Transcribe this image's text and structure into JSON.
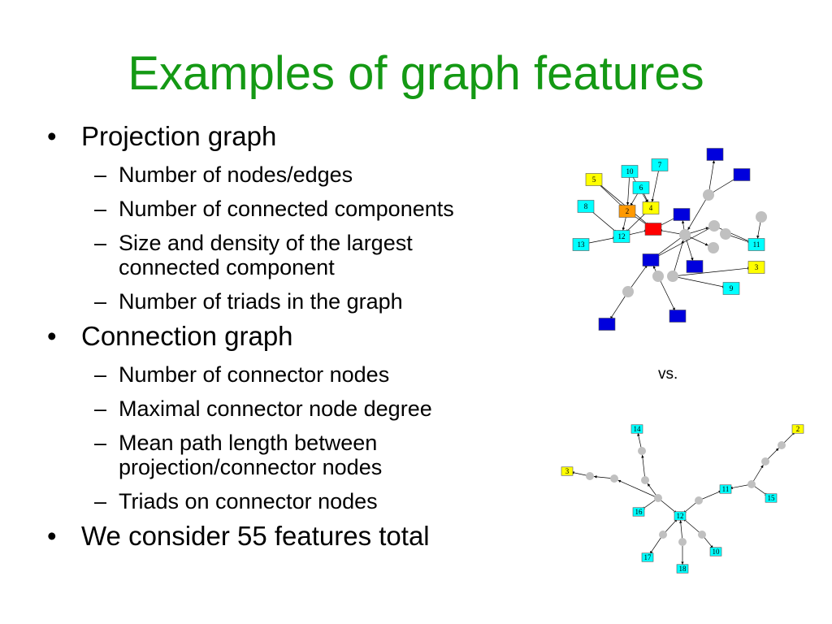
{
  "slide": {
    "title": "Examples of graph features",
    "vs_label": "vs."
  },
  "bullets": [
    {
      "text": "Projection graph",
      "sub": [
        [
          "Number of nodes/edges"
        ],
        [
          "Number of connected components"
        ],
        [
          "Size and density of the largest",
          "connected component"
        ],
        [
          "Number of triads in the graph"
        ]
      ]
    },
    {
      "text": "Connection graph",
      "sub": [
        [
          "Number of connector nodes"
        ],
        [
          "Maximal connector node degree"
        ],
        [
          "Mean path length between",
          "projection/connector nodes"
        ],
        [
          "Triads on connector nodes"
        ]
      ]
    },
    {
      "text": "We consider 55 features total",
      "sub": []
    }
  ],
  "colors": {
    "title": "#149914",
    "cyan_node": "#00ffff",
    "yellow_node": "#ffff00",
    "blue_node": "#0000dd",
    "red_node": "#ff0000",
    "orange_node": "#ff9900",
    "connector_node": "#c0c0c0"
  },
  "graph_top": {
    "nodes": [
      {
        "id": "t7",
        "label": "7",
        "color": "cyan"
      },
      {
        "id": "t10",
        "label": "10",
        "color": "cyan"
      },
      {
        "id": "t5",
        "label": "5",
        "color": "yellow"
      },
      {
        "id": "t6",
        "label": "6",
        "color": "cyan"
      },
      {
        "id": "t8",
        "label": "8",
        "color": "cyan"
      },
      {
        "id": "t2",
        "label": "2",
        "color": "orange"
      },
      {
        "id": "t4",
        "label": "4",
        "color": "yellow"
      },
      {
        "id": "t12",
        "label": "12",
        "color": "cyan"
      },
      {
        "id": "t13",
        "label": "13",
        "color": "cyan"
      },
      {
        "id": "t1",
        "label": "",
        "color": "red"
      },
      {
        "id": "b1",
        "label": "",
        "color": "blue"
      },
      {
        "id": "b2",
        "label": "",
        "color": "blue"
      },
      {
        "id": "b3",
        "label": "",
        "color": "blue"
      },
      {
        "id": "b4",
        "label": "",
        "color": "blue"
      },
      {
        "id": "b5",
        "label": "",
        "color": "blue"
      },
      {
        "id": "b6",
        "label": "",
        "color": "blue"
      },
      {
        "id": "b7",
        "label": "",
        "color": "blue"
      },
      {
        "id": "t11",
        "label": "11",
        "color": "cyan"
      },
      {
        "id": "t3",
        "label": "3",
        "color": "yellow"
      },
      {
        "id": "t9",
        "label": "9",
        "color": "cyan"
      },
      {
        "id": "c1",
        "label": "",
        "color": "connector"
      },
      {
        "id": "c2",
        "label": "",
        "color": "connector"
      },
      {
        "id": "c3",
        "label": "",
        "color": "connector"
      },
      {
        "id": "c4",
        "label": "",
        "color": "connector"
      },
      {
        "id": "c5",
        "label": "",
        "color": "connector"
      },
      {
        "id": "c6",
        "label": "",
        "color": "connector"
      },
      {
        "id": "c7",
        "label": "",
        "color": "connector"
      },
      {
        "id": "c8",
        "label": "",
        "color": "connector"
      },
      {
        "id": "c9",
        "label": "",
        "color": "connector"
      }
    ],
    "edges": [
      [
        "t10",
        "t2"
      ],
      [
        "t7",
        "t4"
      ],
      [
        "t6",
        "t2"
      ],
      [
        "t5",
        "t2"
      ],
      [
        "t5",
        "t1"
      ],
      [
        "t8",
        "t12"
      ],
      [
        "t2",
        "t12"
      ],
      [
        "t4",
        "t12"
      ],
      [
        "t12",
        "t1"
      ],
      [
        "t13",
        "t12"
      ],
      [
        "t6",
        "t4"
      ],
      [
        "t10",
        "t4"
      ],
      [
        "c1",
        "t1"
      ],
      [
        "c1",
        "b3"
      ],
      [
        "c2",
        "b1"
      ],
      [
        "c2",
        "b2"
      ],
      [
        "c2",
        "c1"
      ],
      [
        "c4",
        "t11"
      ],
      [
        "c3",
        "t11"
      ],
      [
        "c3",
        "b4"
      ],
      [
        "c5",
        "t11"
      ],
      [
        "c1",
        "b4"
      ],
      [
        "c1",
        "b5"
      ],
      [
        "c1",
        "c6"
      ],
      [
        "c7",
        "c1"
      ],
      [
        "c7",
        "t3"
      ],
      [
        "c7",
        "t9"
      ],
      [
        "c8",
        "b6"
      ],
      [
        "c8",
        "b4"
      ],
      [
        "c9",
        "b7"
      ],
      [
        "c9",
        "b4"
      ],
      [
        "b3",
        "t1"
      ],
      [
        "t1",
        "t2"
      ],
      [
        "c1",
        "c3"
      ]
    ]
  },
  "graph_bottom": {
    "nodes": [
      {
        "id": "n14",
        "label": "14",
        "color": "cyan"
      },
      {
        "id": "n2",
        "label": "2",
        "color": "yellow"
      },
      {
        "id": "n3",
        "label": "3",
        "color": "yellow"
      },
      {
        "id": "n11",
        "label": "11",
        "color": "cyan"
      },
      {
        "id": "n15",
        "label": "15",
        "color": "cyan"
      },
      {
        "id": "n16",
        "label": "16",
        "color": "cyan"
      },
      {
        "id": "n12",
        "label": "12",
        "color": "cyan"
      },
      {
        "id": "n17",
        "label": "17",
        "color": "cyan"
      },
      {
        "id": "n18",
        "label": "18",
        "color": "cyan"
      },
      {
        "id": "n10",
        "label": "10",
        "color": "cyan"
      },
      {
        "id": "k1",
        "label": "",
        "color": "connector"
      },
      {
        "id": "k2",
        "label": "",
        "color": "connector"
      },
      {
        "id": "k3",
        "label": "",
        "color": "connector"
      },
      {
        "id": "k4",
        "label": "",
        "color": "connector"
      },
      {
        "id": "k5",
        "label": "",
        "color": "connector"
      },
      {
        "id": "k6",
        "label": "",
        "color": "connector"
      },
      {
        "id": "k7",
        "label": "",
        "color": "connector"
      },
      {
        "id": "k8",
        "label": "",
        "color": "connector"
      },
      {
        "id": "k9",
        "label": "",
        "color": "connector"
      },
      {
        "id": "k10",
        "label": "",
        "color": "connector"
      },
      {
        "id": "k11",
        "label": "",
        "color": "connector"
      },
      {
        "id": "k12",
        "label": "",
        "color": "connector"
      },
      {
        "id": "k13",
        "label": "",
        "color": "connector"
      }
    ],
    "edges": [
      [
        "k1",
        "n14"
      ],
      [
        "k2",
        "k1"
      ],
      [
        "k5",
        "k2"
      ],
      [
        "k3",
        "n3"
      ],
      [
        "k4",
        "k3"
      ],
      [
        "k5",
        "k4"
      ],
      [
        "k6",
        "n2"
      ],
      [
        "k7",
        "k6"
      ],
      [
        "k8",
        "k7"
      ],
      [
        "k8",
        "n11"
      ],
      [
        "k8",
        "n15"
      ],
      [
        "k9",
        "n11"
      ],
      [
        "k9",
        "n12"
      ],
      [
        "k5",
        "n16"
      ],
      [
        "k5",
        "n12"
      ],
      [
        "k10",
        "n12"
      ],
      [
        "k10",
        "n17"
      ],
      [
        "k11",
        "n12"
      ],
      [
        "k11",
        "n18"
      ],
      [
        "k12",
        "n12"
      ],
      [
        "k12",
        "n10"
      ]
    ]
  }
}
